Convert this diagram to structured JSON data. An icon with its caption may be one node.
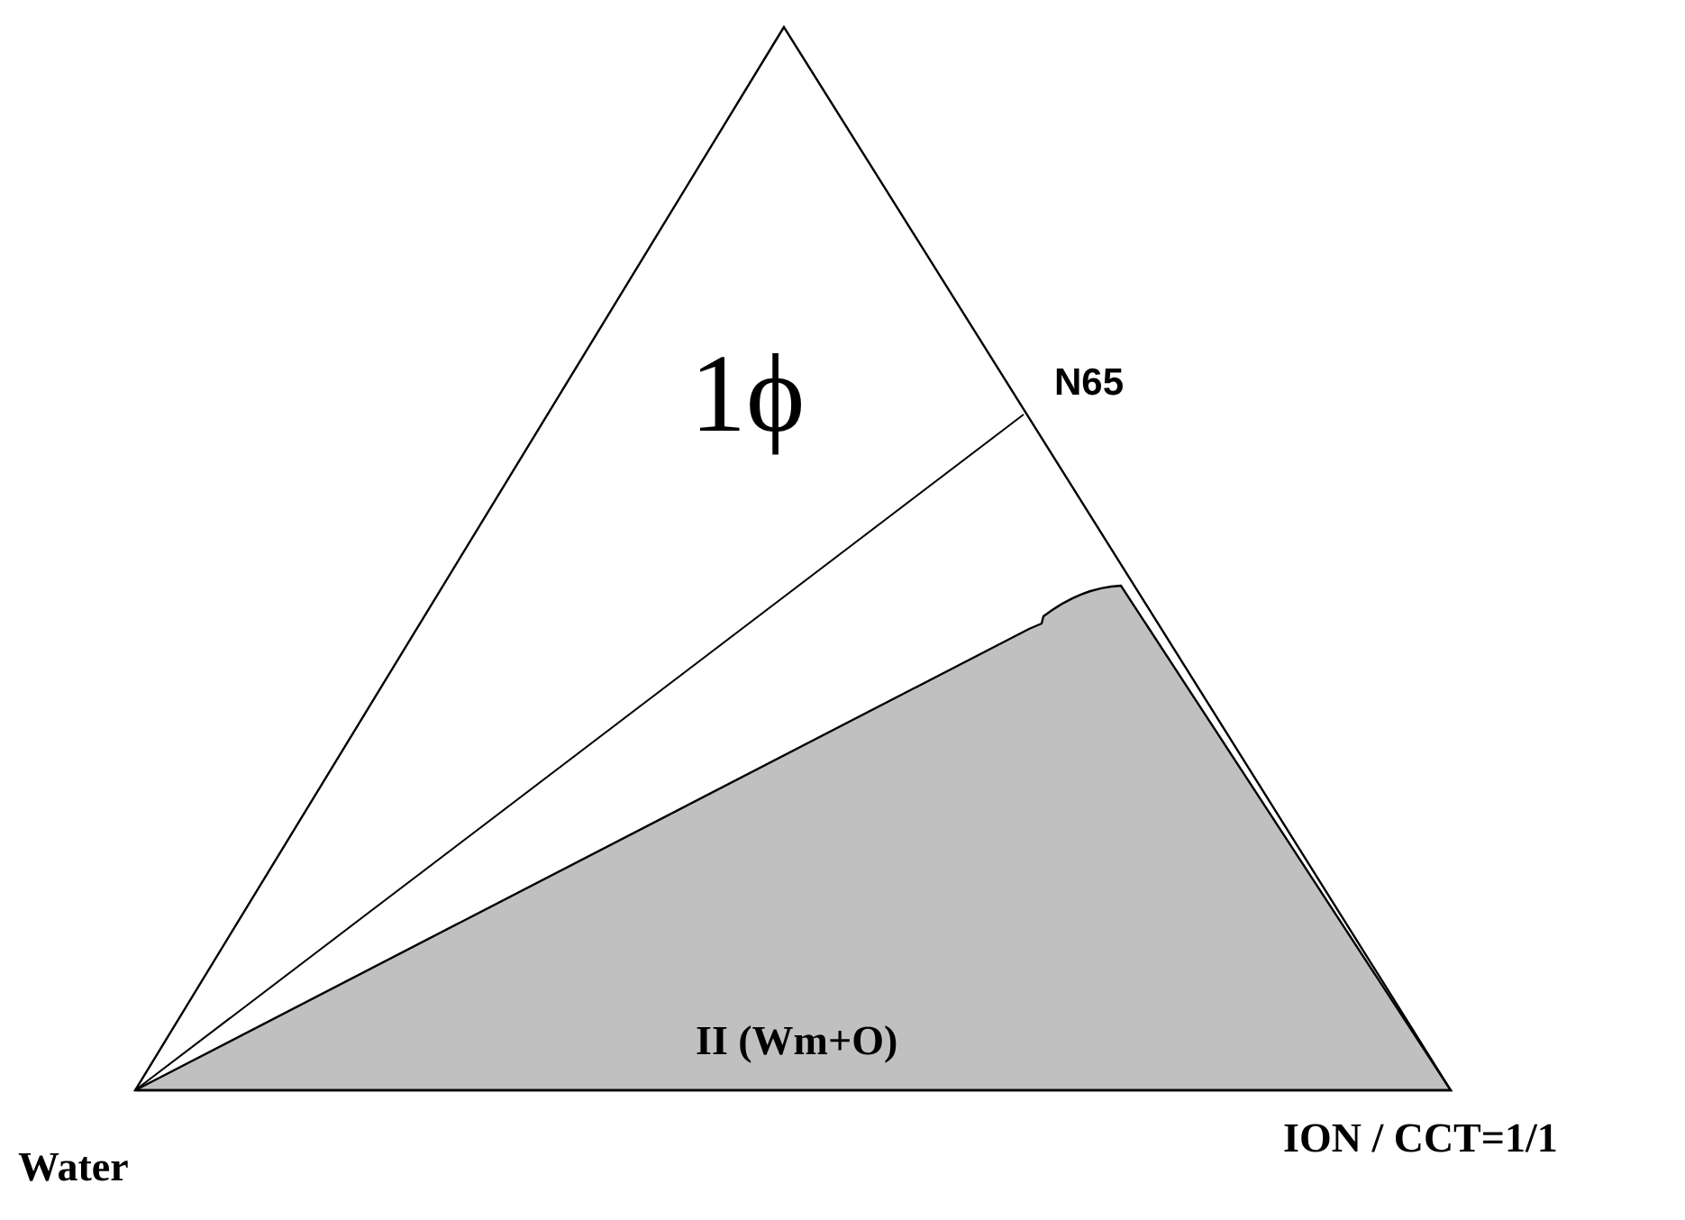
{
  "diagram": {
    "labels": [
      "1ϕ",
      "N65",
      "II (Wm+O)",
      "Water",
      "ION / CCT=1/1"
    ]
  }
}
